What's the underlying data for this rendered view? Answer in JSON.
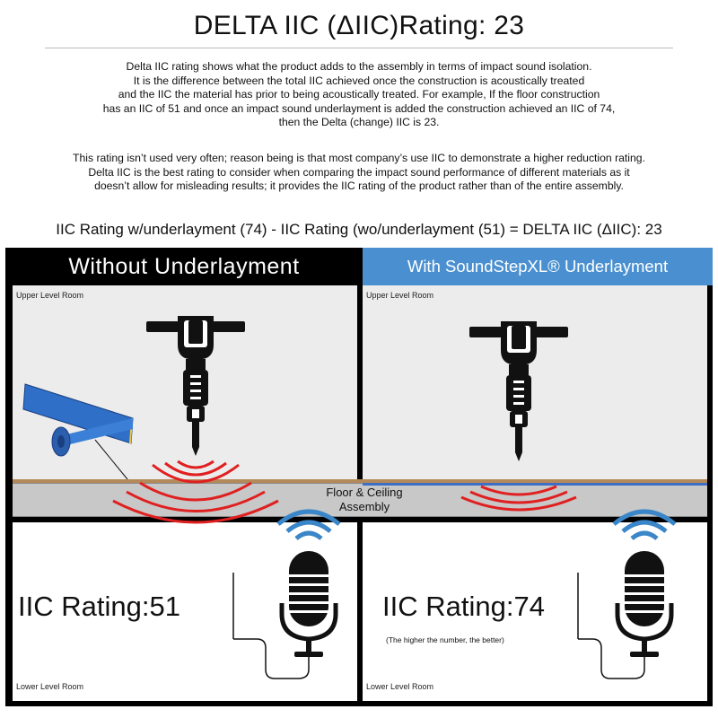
{
  "title": "DELTA IIC (ΔIIC)Rating: 23",
  "intro_lines": [
    "Delta IIC rating shows what the product adds to the assembly in terms of impact sound isolation.",
    "It is the difference between the total IIC achieved once the construction is acoustically treated",
    "and the IIC the material has prior to being acoustically treated. For example, If the floor construction",
    "has an IIC of 51 and once an impact sound underlayment is added the construction achieved an IIC of 74,",
    "then the Delta (change) IIC is 23."
  ],
  "second_lines": [
    "This rating isn’t used very often; reason being is that most company’s use IIC to demonstrate a higher reduction rating.",
    "Delta IIC is the best rating to consider when comparing the impact sound performance of different materials as it",
    "doesn’t allow for misleading results; it provides the IIC rating of the product rather than of the entire assembly."
  ],
  "formula": "IIC Rating w/underlayment (74) - IIC Rating (wo/underlayment (51) = DELTA IIC (ΔIIC): 23",
  "left": {
    "header": "Without Underlayment",
    "upper_label": "Upper Level Room",
    "lower_label": "Lower Level Room",
    "rating": "IIC Rating:51"
  },
  "right": {
    "header": "With SoundStepXL® Underlayment",
    "upper_label": "Upper Level Room",
    "lower_label": "Lower Level Room",
    "rating": "IIC Rating:74",
    "note": "(The higher the number, the better)"
  },
  "floor_label_line1": "Floor & Ceiling",
  "floor_label_line2": "Assembly",
  "colors": {
    "accent_blue": "#4a90d0",
    "wave_red": "#e02020",
    "mic_wave_blue": "#3a86c8",
    "floor_gray": "#c8c8c8",
    "wood": "#b58a5a"
  }
}
